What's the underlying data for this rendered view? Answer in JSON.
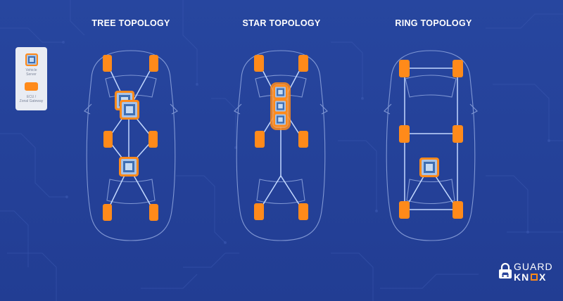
{
  "titles": {
    "tree": "TREE TOPOLOGY",
    "star": "STAR TOPOLOGY",
    "ring": "RING TOPOLOGY"
  },
  "legend": {
    "vehicle_server_line1": "Vehicle",
    "vehicle_server_line2": "Server",
    "ecu_line1": "ECU /",
    "ecu_line2": "Zonal Gateway"
  },
  "logo": {
    "word1": "GUARD",
    "word2_part1": "KN",
    "word2_part2": "X"
  },
  "colors": {
    "background": "#24419a",
    "ecu": "#ff8a1a",
    "server": "#8fb0d8",
    "line": "#b9d3ff"
  }
}
